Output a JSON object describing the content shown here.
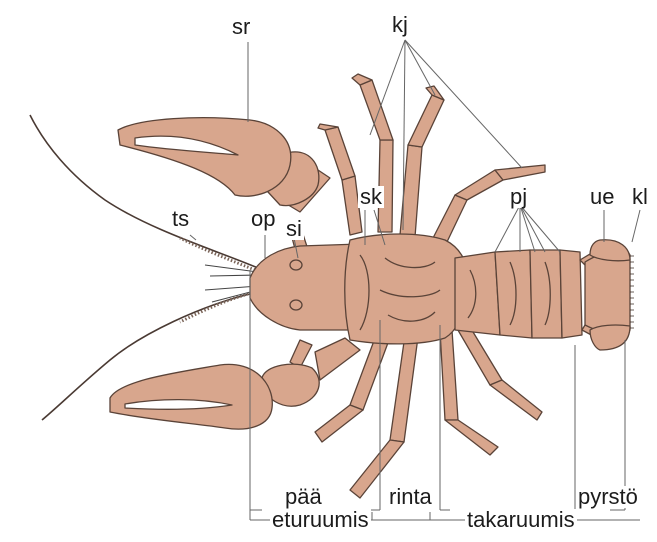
{
  "colors": {
    "body_fill": "#d8a68d",
    "outline": "#5a4338",
    "leader_line": "#666666",
    "label_text": "#1c1c1c"
  },
  "labels": {
    "sr": "sr",
    "kj": "kj",
    "ts": "ts",
    "op": "op",
    "si": "si",
    "sk": "sk",
    "pj": "pj",
    "ue": "ue",
    "kl": "kl",
    "paa": "pää",
    "rinta": "rinta",
    "pyrsto": "pyrstö",
    "eturuumis": "eturuumis",
    "takaruumis": "takaruumis"
  }
}
